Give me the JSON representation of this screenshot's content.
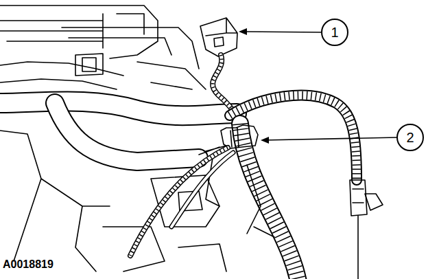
{
  "diagram": {
    "nodes": [
      {
        "text": [
          "1"
        ]
      },
      {
        "text": [
          "2"
        ]
      }
    ],
    "labels": [
      "A0018819"
    ]
  }
}
